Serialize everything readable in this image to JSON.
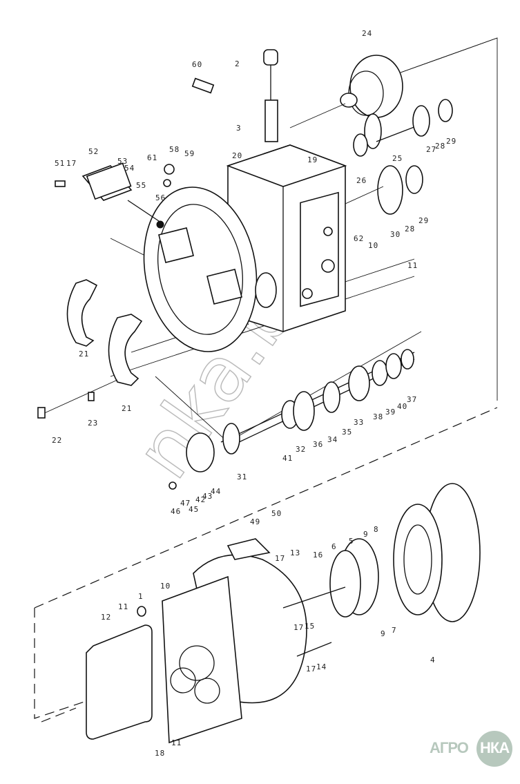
{
  "watermark": "nka.by",
  "logo": {
    "left": "АГРО",
    "right": "НКА",
    "color": "#b7c8bd"
  },
  "callouts": [
    "24",
    "2",
    "60",
    "3",
    "20",
    "19",
    "58",
    "59",
    "61",
    "52",
    "51",
    "17",
    "53",
    "54",
    "55",
    "56",
    "27",
    "28",
    "29",
    "25",
    "26",
    "30",
    "28",
    "29",
    "10",
    "62",
    "11",
    "21",
    "21",
    "22",
    "23",
    "31",
    "41",
    "32",
    "36",
    "34",
    "35",
    "33",
    "38",
    "39",
    "40",
    "37",
    "46",
    "47",
    "45",
    "42",
    "43",
    "44",
    "49",
    "50",
    "17",
    "13",
    "16",
    "6",
    "5",
    "9",
    "8",
    "10",
    "1",
    "11",
    "12",
    "9",
    "7",
    "4",
    "17",
    "15",
    "17",
    "14",
    "18",
    "11"
  ]
}
